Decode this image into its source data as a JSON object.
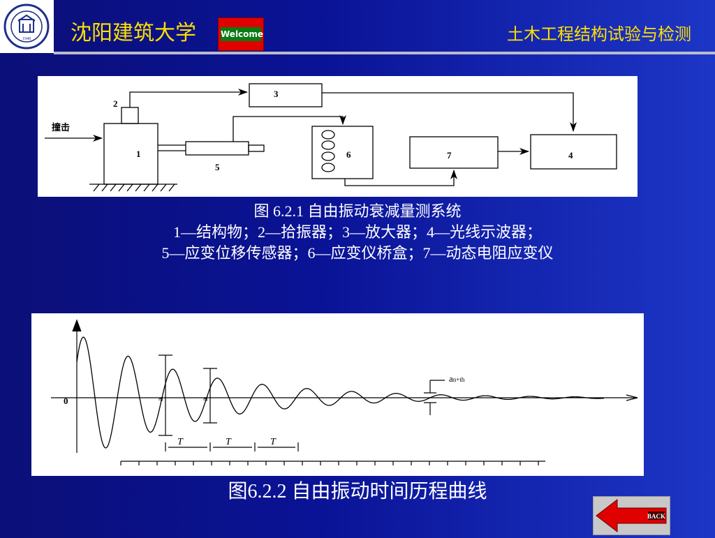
{
  "header": {
    "school_name": "沈阳建筑大学",
    "welcome_badge": "Welcome",
    "course_title": "土木工程结构试验与检测"
  },
  "figure1": {
    "labels": {
      "impact": "撞击",
      "n1": "1",
      "n2": "2",
      "n3": "3",
      "n4": "4",
      "n5": "5",
      "n6": "6",
      "n7": "7"
    },
    "caption_title": "图 6.2.1 自由振动衰减量测系统",
    "legend_line1": "1—结构物；2—拾振器；3—放大器；4—光线示波器；",
    "legend_line2": "5—应变位移传感器；6—应变仪桥盒；7—动态电阻应变仪"
  },
  "figure2": {
    "origin_label": "0",
    "period_label": "T",
    "amplitude_label": "a",
    "amplitude_n_label": "a",
    "amplitude_nth_label": "a",
    "amplitude_nth_sub": "n+th",
    "caption": "图6.2.2 自由振动时间历程曲线"
  },
  "back_button": {
    "label": "BACK"
  },
  "colors": {
    "title_yellow": "#ffe000",
    "background_blue": "#0a1396",
    "arrow_red": "#e00000"
  }
}
